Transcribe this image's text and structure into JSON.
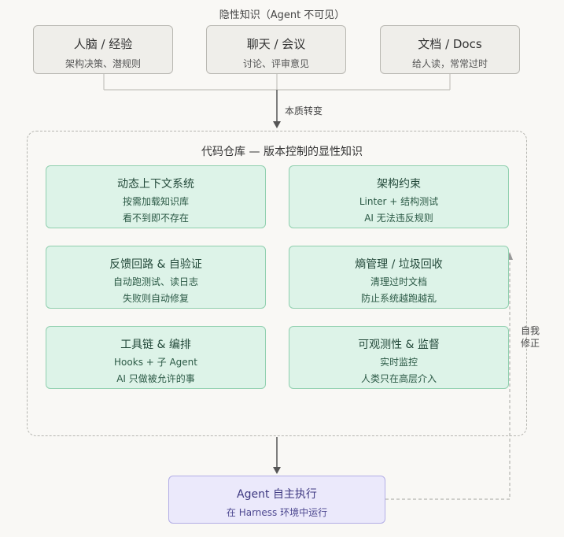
{
  "top_label": "隐性知识（Agent 不可见）",
  "sources": [
    {
      "title": "人脑 / 经验",
      "sub": "架构决策、潜规则"
    },
    {
      "title": "聊天 / 会议",
      "sub": "讨论、评审意见"
    },
    {
      "title": "文档 / Docs",
      "sub": "给人读，常常过时"
    }
  ],
  "transition_label": "本质转变",
  "repo": {
    "title": "代码仓库 — 版本控制的显性知识",
    "cards": [
      {
        "title": "动态上下文系统",
        "line1": "按需加载知识库",
        "line2": "看不到即不存在"
      },
      {
        "title": "架构约束",
        "line1": "Linter + 结构测试",
        "line2": "AI 无法违反规则"
      },
      {
        "title": "反馈回路 & 自验证",
        "line1": "自动跑测试、读日志",
        "line2": "失败则自动修复"
      },
      {
        "title": "熵管理 / 垃圾回收",
        "line1": "清理过时文档",
        "line2": "防止系统越跑越乱"
      },
      {
        "title": "工具链 & 编排",
        "line1": "Hooks + 子 Agent",
        "line2": "AI 只做被允许的事"
      },
      {
        "title": "可观测性 & 监督",
        "line1": "实时监控",
        "line2": "人类只在高层介入"
      }
    ]
  },
  "agent": {
    "title": "Agent 自主执行",
    "sub": "在 Harness 环境中运行"
  },
  "feedback_label": "自我修正"
}
